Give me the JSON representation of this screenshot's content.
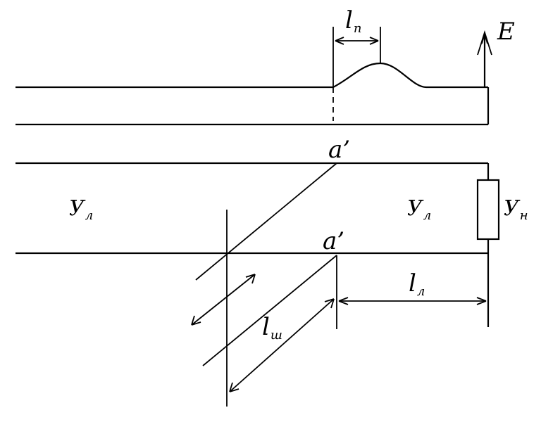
{
  "labels": {
    "l_p": {
      "main": "l",
      "sub": "п"
    },
    "E": "E",
    "a_prime_top": "a’",
    "a_prime_bottom": "a’",
    "Y_left": {
      "main": "У",
      "sub": "л"
    },
    "Y_right": {
      "main": "У",
      "sub": "л"
    },
    "Y_load": {
      "main": "У",
      "sub": "н"
    },
    "l_l": {
      "main": "l",
      "sub": "л"
    },
    "l_sh": {
      "main": "l",
      "sub": "ш"
    }
  }
}
